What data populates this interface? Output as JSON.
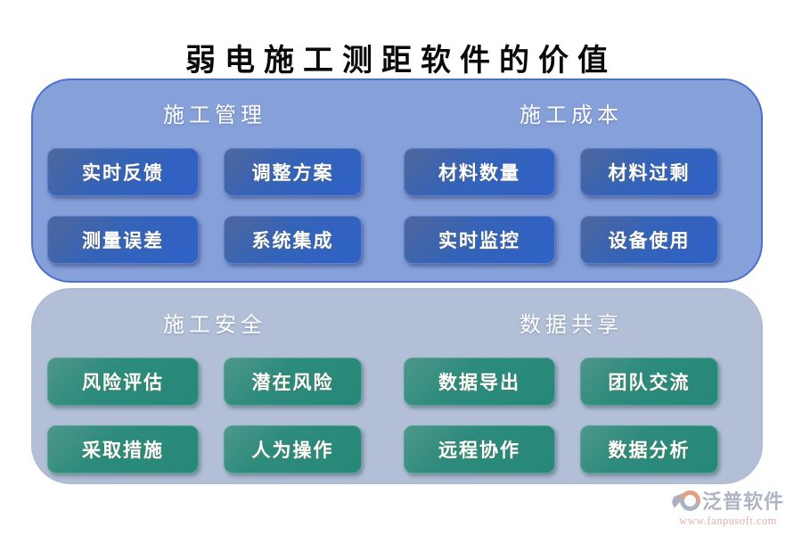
{
  "title": "弱电施工测距软件的价值",
  "panels": [
    {
      "id": "construction-top",
      "style": "blue",
      "sections": [
        {
          "header": "施工管理",
          "items": [
            "实时反馈",
            "调整方案",
            "测量误差",
            "系统集成"
          ]
        },
        {
          "header": "施工成本",
          "items": [
            "材料数量",
            "材料过剩",
            "实时监控",
            "设备使用"
          ]
        }
      ]
    },
    {
      "id": "construction-bottom",
      "style": "gray",
      "sections": [
        {
          "header": "施工安全",
          "items": [
            "风险评估",
            "潜在风险",
            "采取措施",
            "人为操作"
          ]
        },
        {
          "header": "数据共享",
          "items": [
            "数据导出",
            "团队交流",
            "远程协作",
            "数据分析"
          ]
        }
      ]
    }
  ],
  "footer": {
    "brand": "泛普软件",
    "url": "www.fanpusoft.com"
  },
  "colors": {
    "panel_top_bg": "#86a0da",
    "panel_top_border": "#4d71c8",
    "panel_bottom_bg": "#b2bfd7",
    "button_blue": "#2f62c8",
    "button_green": "#268879",
    "title_text": "#0a0a0a",
    "header_text": "#ffffff",
    "brand_text": "#9aa3b4",
    "url_text": "#dc9c94",
    "logo_accent": "#d98a64"
  }
}
